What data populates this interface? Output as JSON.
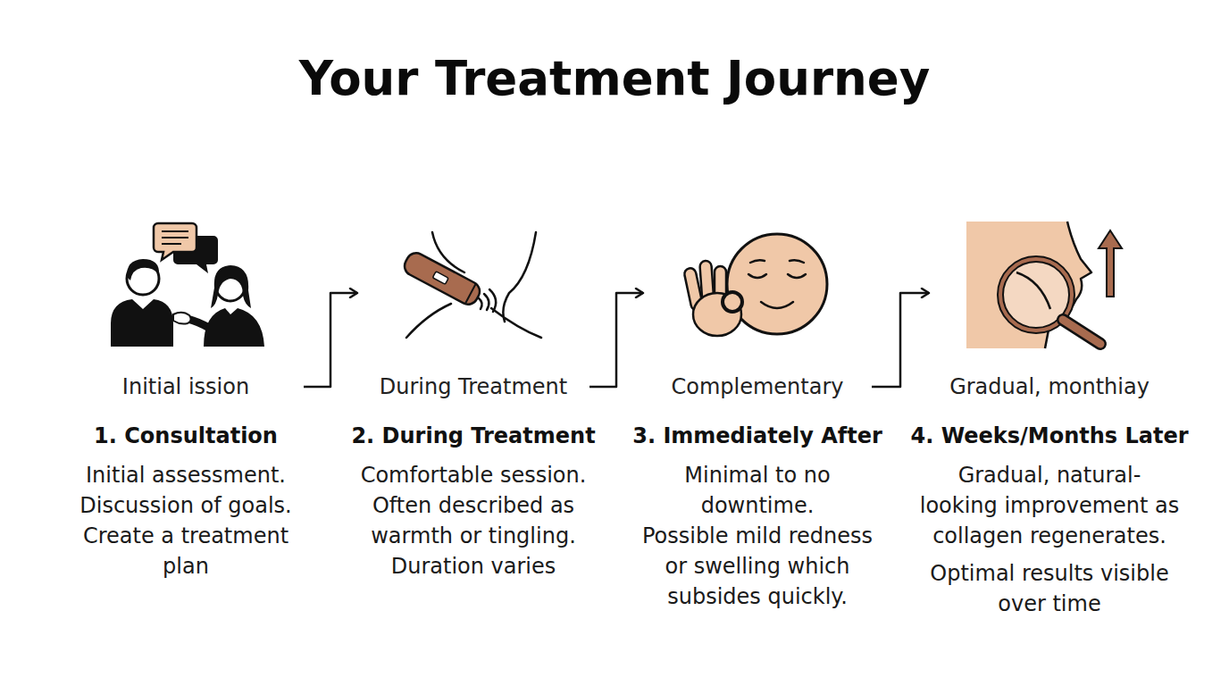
{
  "diagram": {
    "title": "Your Treatment Journey",
    "nodes": [
      {
        "text": [
          "Initial ission",
          "1. Consultation",
          "Initial assessment. Discussion of goals. Create a treatment plan"
        ]
      },
      {
        "text": [
          "During Treatment",
          "2. During Treatment",
          "Comfortable session. Often described as warmth or tingling. Duration varies"
        ]
      },
      {
        "text": [
          "Complementary",
          "3. Immediately After",
          "Minimal to no downtime.",
          "Possible mild redness or swelling which subsides quickly."
        ]
      },
      {
        "text": [
          "Gradual, monthiay",
          "4. Weeks/Months Later",
          "Gradual, natural- looking improvement as collagen regenerates.",
          "Optimal results visible over time"
        ]
      }
    ],
    "edges": [
      {
        "from": 0,
        "to": 1,
        "arrow": "to"
      },
      {
        "from": 1,
        "to": 2,
        "arrow": "to"
      },
      {
        "from": 2,
        "to": 3,
        "arrow": "to"
      }
    ]
  }
}
